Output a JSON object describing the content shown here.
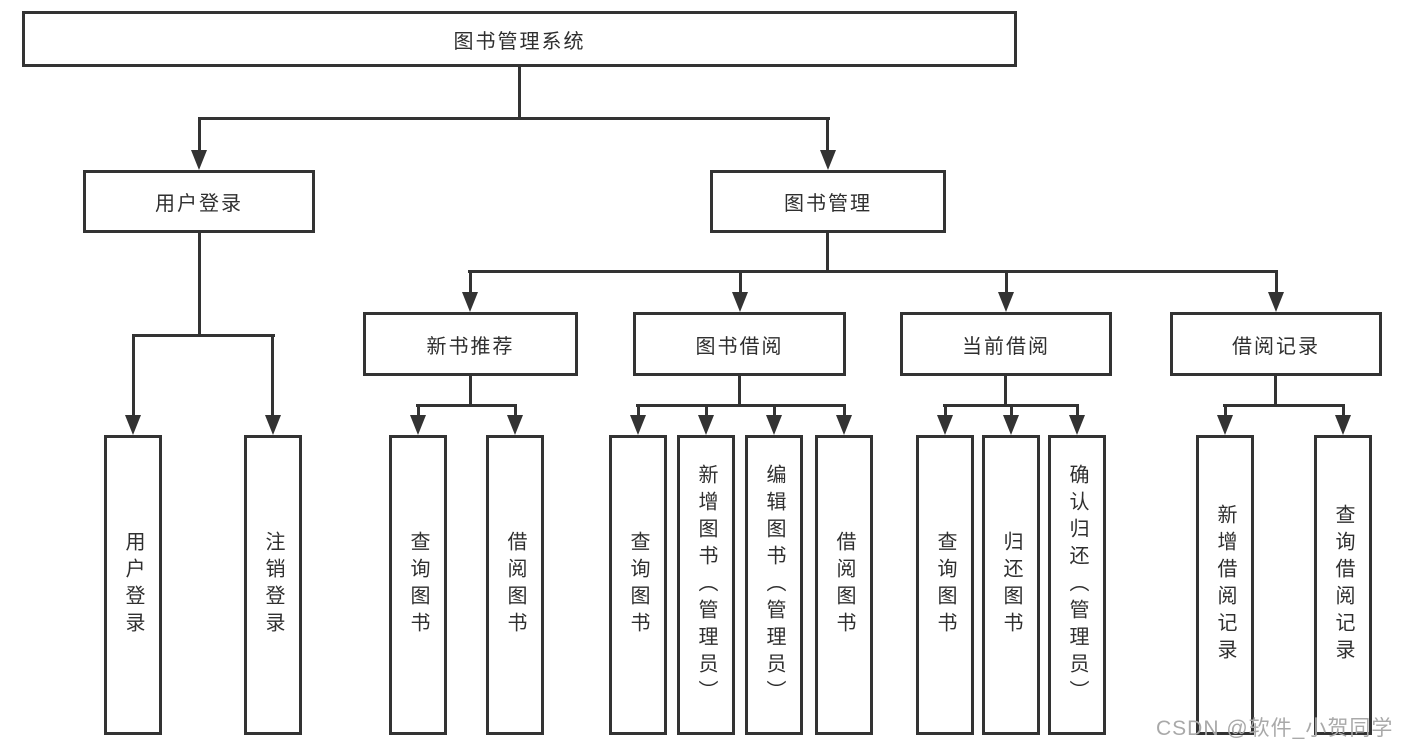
{
  "diagram": {
    "root": "图书管理系统",
    "user_login": {
      "label": "用户登录",
      "children": [
        "用户登录",
        "注销登录"
      ]
    },
    "book_management": {
      "label": "图书管理",
      "sections": [
        {
          "label": "新书推荐",
          "children": [
            "查询图书",
            "借阅图书"
          ]
        },
        {
          "label": "图书借阅",
          "children": [
            "查询图书",
            "新增图书（管理员）",
            "编辑图书（管理员）",
            "借阅图书"
          ]
        },
        {
          "label": "当前借阅",
          "children": [
            "查询图书",
            "归还图书",
            "确认归还（管理员）"
          ]
        },
        {
          "label": "借阅记录",
          "children": [
            "新增借阅记录",
            "查询借阅记录"
          ]
        }
      ]
    }
  },
  "watermark": "CSDN @软件_小贺同学",
  "colors": {
    "line": "#333333",
    "text": "#2f2f2f",
    "watermark": "#a9a9a9",
    "background": "#ffffff"
  }
}
